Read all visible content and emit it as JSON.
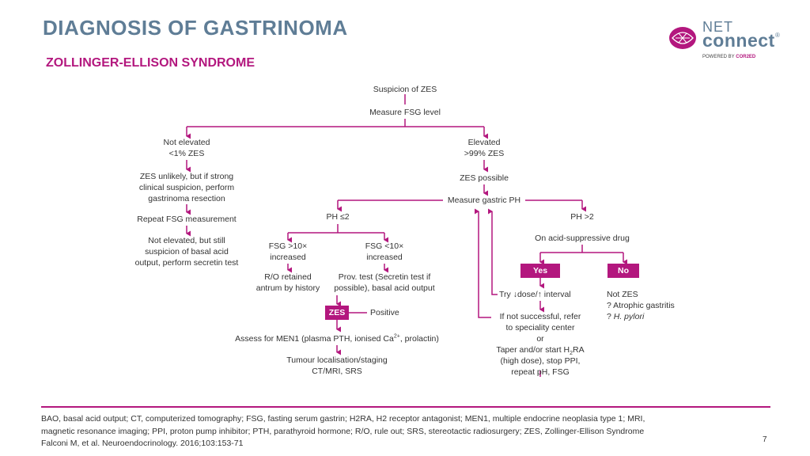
{
  "header": {
    "title": "DIAGNOSIS OF GASTRINOMA",
    "subtitle": "ZOLLINGER-ELLISON SYNDROME"
  },
  "logo": {
    "net": "NET",
    "connect": "connect",
    "registered": "®",
    "powered_by": "POWERED BY",
    "brand": "COR2ED"
  },
  "flow": {
    "suspicion": "Suspicion of ZES",
    "measure_fsg": "Measure FSG level",
    "not_elevated_1": "Not elevated",
    "not_elevated_2": "<1% ZES",
    "elevated_1": "Elevated",
    "elevated_2": ">99% ZES",
    "zes_unlikely_1": "ZES unlikely, but if strong",
    "zes_unlikely_2": "clinical suspicion, perform",
    "zes_unlikely_3": "gastrinoma resection",
    "zes_possible": "ZES possible",
    "measure_ph": "Measure gastric PH",
    "repeat_fsg": "Repeat FSG measurement",
    "ph_low": "PH ≤2",
    "ph_high": "PH >2",
    "not_elev_still_1": "Not elevated, but still",
    "not_elev_still_2": "suspicion of basal acid",
    "not_elev_still_3": "output, perform secretin test",
    "fsg_high_1": "FSG >10×",
    "fsg_high_2": "increased",
    "fsg_low_1": "FSG <10×",
    "fsg_low_2": "increased",
    "acid_drug": "On acid-suppressive drug",
    "yes": "Yes",
    "no": "No",
    "ro_retained_1": "R/O retained",
    "ro_retained_2": "antrum by history",
    "prov_test_1": "Prov. test (Secretin test if",
    "prov_test_2": "possible), basal acid output",
    "try_dose": "Try ↓dose/↑ interval",
    "not_zes_1": "Not ZES",
    "not_zes_2": "? Atrophic gastritis",
    "not_zes_3_prefix": "? ",
    "not_zes_3_italic": "H. pylori",
    "zes_badge": "ZES",
    "positive": "Positive",
    "not_successful_1": "If not successful, refer",
    "not_successful_2": "to speciality center",
    "or": "or",
    "taper_1a": "Taper and/or start H",
    "taper_1sub": "2",
    "taper_1b": "RA",
    "taper_2": "(high dose), stop PPI,",
    "taper_3": "repeat pH, FSG",
    "assess_a": "Assess for MEN1 (plasma PTH, ionised Ca",
    "assess_sup": "2+",
    "assess_b": ", prolactin)",
    "tumour_1": "Tumour localisation/staging",
    "tumour_2": "CT/MRI, SRS"
  },
  "footer": {
    "abbrev_1": "BAO, basal acid output; CT, computerized tomography; FSG, fasting serum gastrin; H2RA, H2 receptor antagonist; MEN1, multiple endocrine neoplasia type 1; MRI,",
    "abbrev_2": "magnetic resonance imaging; PPI, proton pump inhibitor; PTH, parathyroid hormone; R/O, rule out; SRS, stereotactic radiosurgery; ZES, Zollinger-Ellison Syndrome",
    "reference": "Falconi M, et al. Neuroendocrinology. 2016;103:153-71",
    "page_number": "7"
  },
  "colors": {
    "accent": "#b3177e",
    "title": "#5f7d96",
    "text": "#333333"
  }
}
